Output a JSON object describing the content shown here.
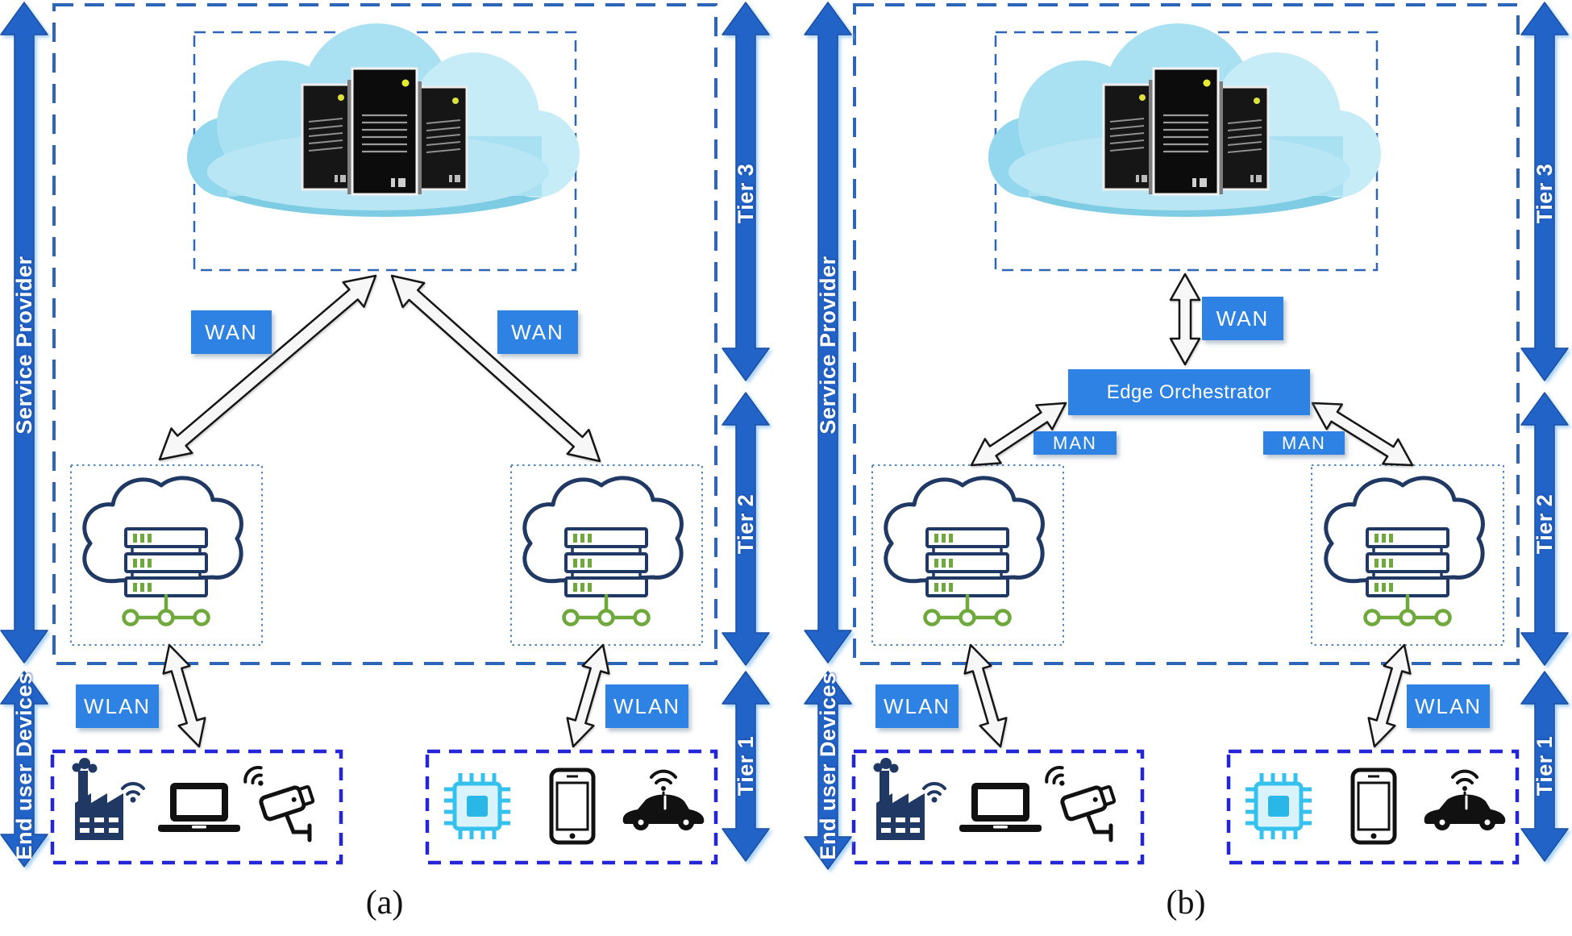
{
  "figure": {
    "panel_a": {
      "caption": "(a)",
      "left_band": {
        "service_provider": "Service Provider",
        "end_user_devices": "End user Devices"
      },
      "tier_band": {
        "tier3": "Tier 3",
        "tier2": "Tier 2",
        "tier1": "Tier 1"
      },
      "network_labels": {
        "wan_left": "WAN",
        "wan_right": "WAN",
        "wlan_left": "WLAN",
        "wlan_right": "WLAN"
      },
      "tier1_devices_left": [
        "factory",
        "laptop",
        "cctv-camera"
      ],
      "tier1_devices_right": [
        "microchip",
        "smartphone",
        "connected-car"
      ]
    },
    "panel_b": {
      "caption": "(b)",
      "left_band": {
        "service_provider": "Service Provider",
        "end_user_devices": "End user Devices"
      },
      "tier_band": {
        "tier3": "Tier 3",
        "tier2": "Tier 2",
        "tier1": "Tier 1"
      },
      "network_labels": {
        "wan": "WAN",
        "man_left": "MAN",
        "man_right": "MAN",
        "wlan_left": "WLAN",
        "wlan_right": "WLAN"
      },
      "edge_orchestrator": "Edge Orchestrator",
      "tier1_devices_left": [
        "factory",
        "laptop",
        "cctv-camera"
      ],
      "tier1_devices_right": [
        "microchip",
        "smartphone",
        "connected-car"
      ]
    },
    "icons": {
      "cloud_datacenter": "cloud with three server towers",
      "edge_cloud": "cloud with server rack and network nodes",
      "factory": "smart factory with wifi",
      "laptop": "laptop computer",
      "cctv_camera": "wireless security camera",
      "microchip": "iot chip",
      "smartphone": "smartphone",
      "connected_car": "connected car with wifi"
    },
    "colors": {
      "tier_arrow_blue": "#2263c8",
      "label_box_blue": "#2e82e4",
      "outer_dash_blue": "#2d66b8",
      "tier1_box_blue": "#2424d8",
      "tier2_dotted_blue": "#4d86c2",
      "cloud_light_blue": "#a9e0f2",
      "edge_cloud_navy": "#1f3864",
      "rack_green": "#6fa83b",
      "chip_cyan": "#35c1ee",
      "led_yellow": "#dce23a"
    }
  }
}
